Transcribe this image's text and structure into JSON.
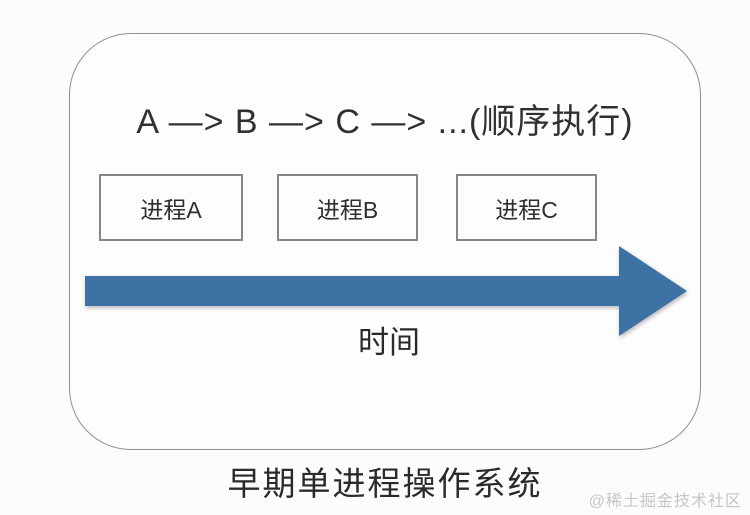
{
  "diagram": {
    "title": "A —> B —> C —> ...(顺序执行)",
    "processes": [
      {
        "label": "进程A"
      },
      {
        "label": "进程B"
      },
      {
        "label": "进程C"
      }
    ],
    "timeline_label": "时间",
    "caption": "早期单进程操作系统",
    "watermark": "@稀土掘金技术社区",
    "colors": {
      "arrow": "#3E72A4",
      "frame_border": "#8f8f8f",
      "box_border": "#868686",
      "text": "#2e2e2e",
      "watermark": "#c6c6c6"
    }
  }
}
